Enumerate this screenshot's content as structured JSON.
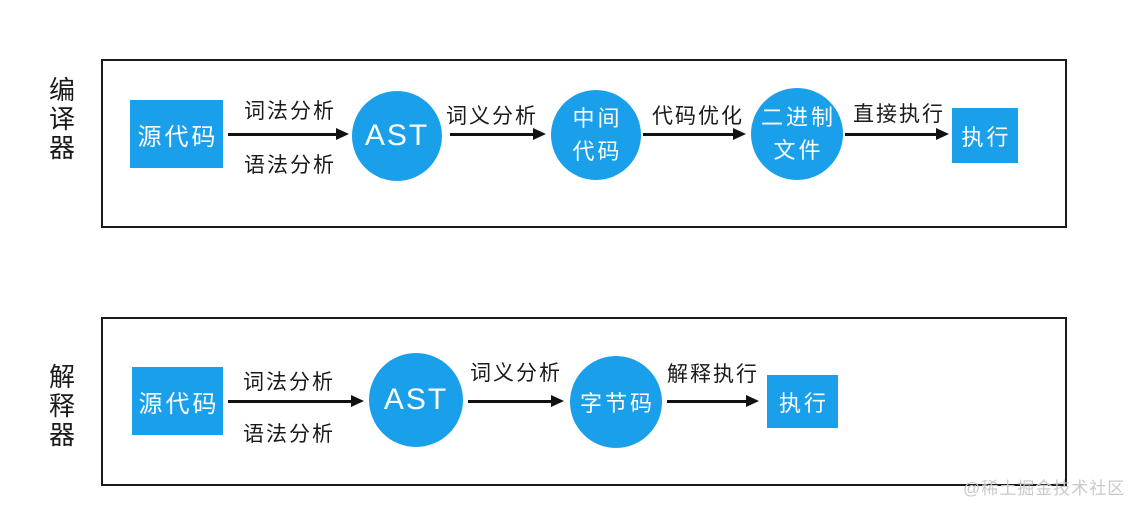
{
  "watermark": "@稀土掘金技术社区",
  "colors": {
    "node_blue": "#1AA0EB",
    "line_black": "#111111",
    "text_black": "#1a1a1a",
    "watermark_gray": "#c9c9c9"
  },
  "compiler": {
    "title": "编译器",
    "nodes": {
      "source": "源代码",
      "ast": "AST",
      "intermediate_line1": "中间",
      "intermediate_line2": "代码",
      "binary_line1": "二进制",
      "binary_line2": "文件",
      "execute": "执行"
    },
    "edges": {
      "lexical": "词法分析",
      "syntax": "语法分析",
      "semantic": "词义分析",
      "optimize": "代码优化",
      "direct_exec": "直接执行"
    }
  },
  "interpreter": {
    "title": "解释器",
    "nodes": {
      "source": "源代码",
      "ast": "AST",
      "bytecode": "字节码",
      "execute": "执行"
    },
    "edges": {
      "lexical": "词法分析",
      "syntax": "语法分析",
      "semantic": "词义分析",
      "interpret_exec": "解释执行"
    }
  }
}
